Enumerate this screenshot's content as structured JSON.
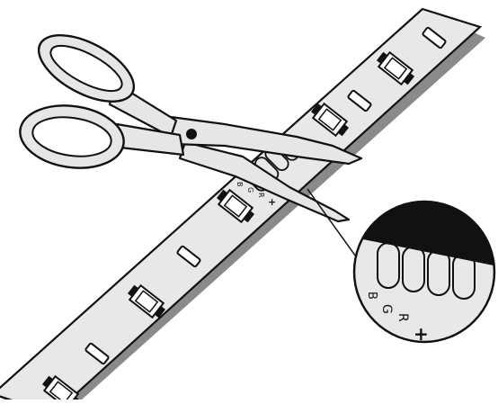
{
  "illustration": {
    "strip_labels": {
      "blue": "B",
      "green": "G",
      "red": "R",
      "positive": "+"
    },
    "zoom_labels": {
      "blue": "B",
      "green": "G",
      "red": "R",
      "positive": "+"
    },
    "colors": {
      "outline": "#111111",
      "strip_fill": "#e8e8e8",
      "shadow": "#8a8a8a",
      "scissor_fill": "#e6e6e6",
      "background": "#ffffff"
    }
  }
}
